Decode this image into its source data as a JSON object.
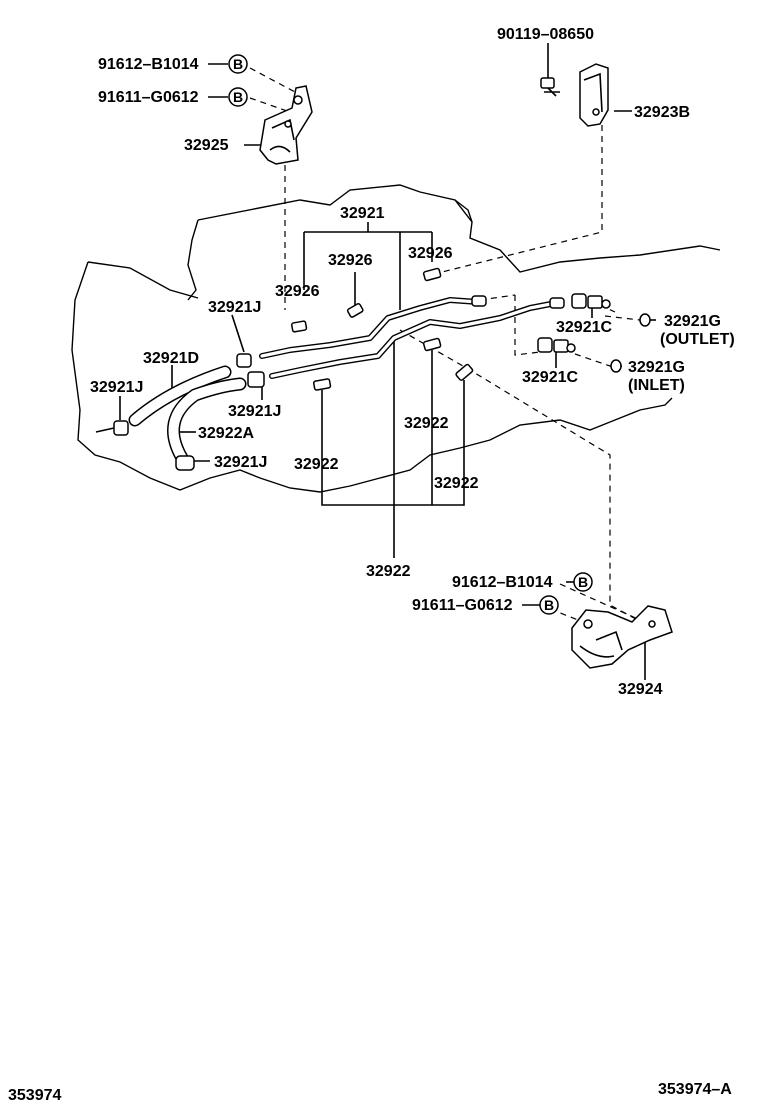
{
  "colors": {
    "ink": "#000000",
    "paper": "#ffffff"
  },
  "diagram": {
    "title_left": "353974",
    "title_right": "353974–A",
    "labels": {
      "p90119": "90119–08650",
      "p32923b": "32923B",
      "p91612_top": "91612–B1014",
      "p91611_top": "91611–G0612",
      "p32925": "32925",
      "p32921": "32921",
      "p32926_a": "32926",
      "p32926_b": "32926",
      "p32926_c": "32926",
      "p32921j_a": "32921J",
      "p32921d": "32921D",
      "p32921j_b": "32921J",
      "p32921j_c": "32921J",
      "p32922a": "32922A",
      "p32921j_d": "32921J",
      "p32922_a": "32922",
      "p32922_b": "32922",
      "p32922_c": "32922",
      "p32922_d": "32922",
      "p32921c_a": "32921C",
      "p32921c_b": "32921C",
      "p32921g_a": "32921G",
      "outlet": "(OUTLET)",
      "p32921g_b": "32921G",
      "inlet": "(INLET)",
      "p91612_bot": "91612–B1014",
      "p91611_bot": "91611–G0612",
      "p32924": "32924",
      "badge_b": "B"
    }
  }
}
